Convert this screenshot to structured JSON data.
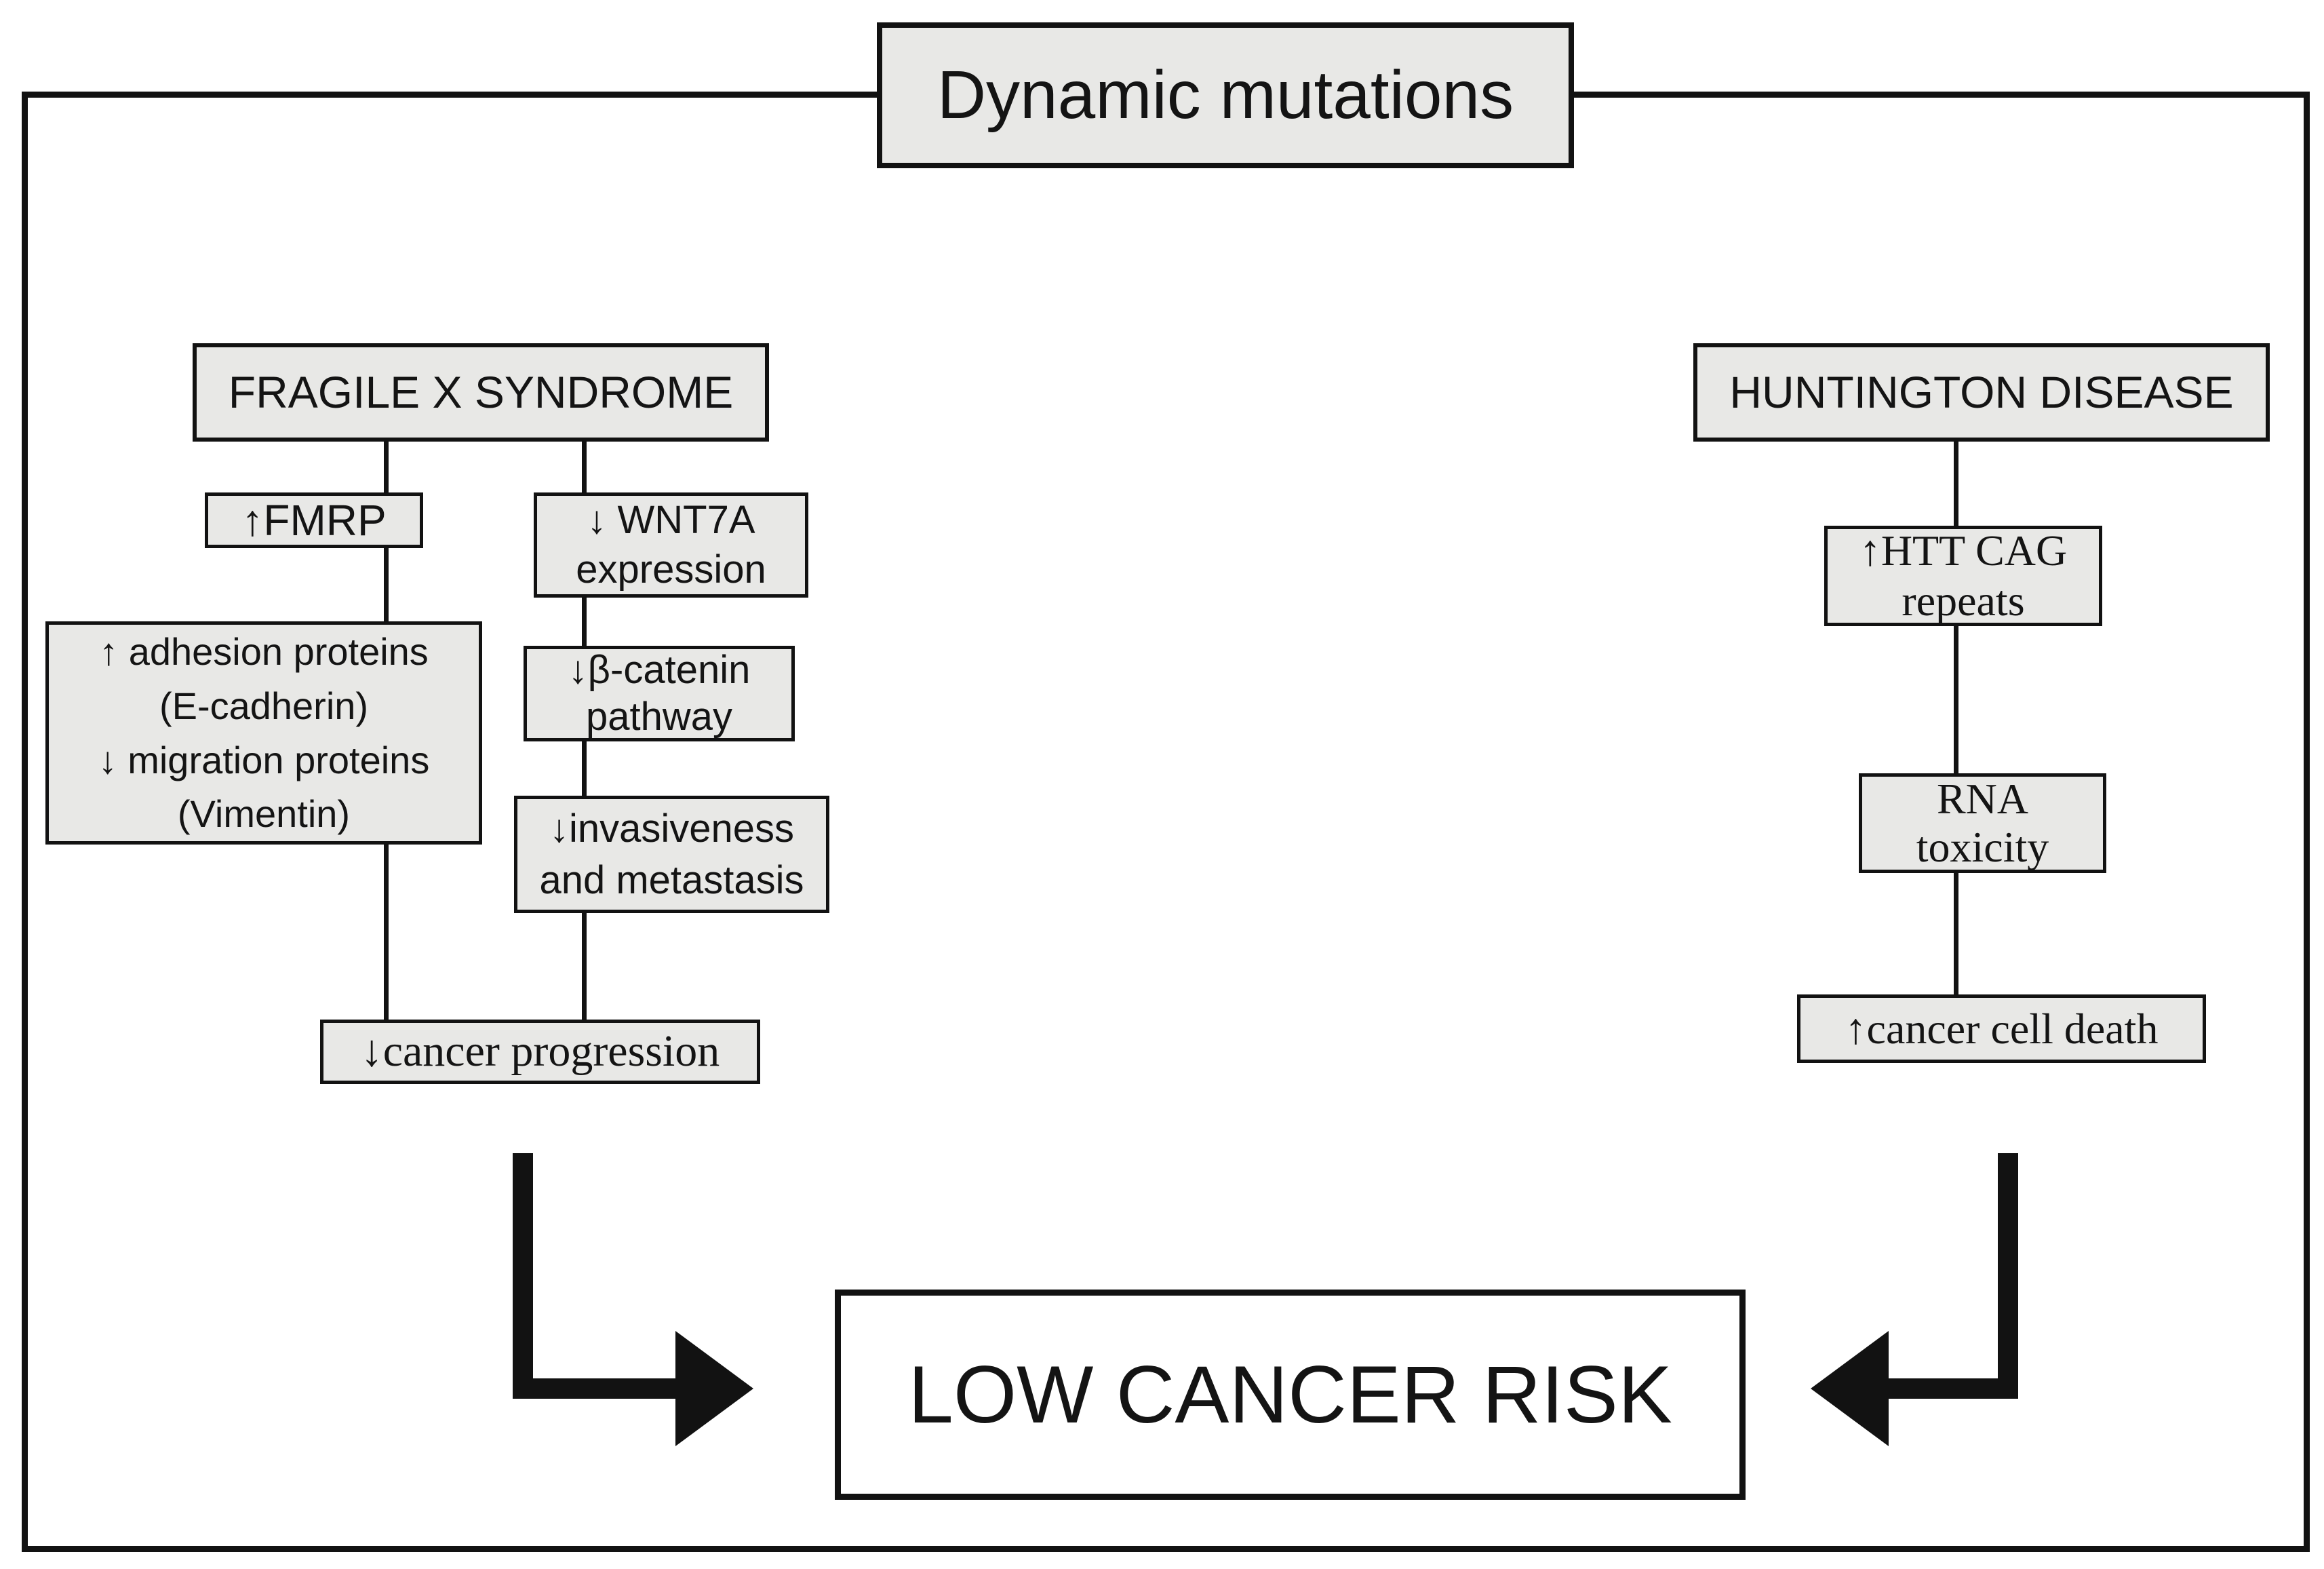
{
  "title": "Dynamic mutations",
  "colors": {
    "node_fill": "#e8e8e6",
    "line": "#121212",
    "background": "#ffffff",
    "text": "#141414"
  },
  "nodes": {
    "fragile_x": "FRAGILE X SYNDROME",
    "fmrp": "↑FMRP",
    "wnt7a": "↓ WNT7A\nexpression",
    "adhesion": "↑ adhesion proteins\n(E-cadherin)\n↓ migration proteins\n(Vimentin)",
    "beta_catenin": "↓β-catenin\npathway",
    "invasiveness": "↓invasiveness\nand metastasis",
    "cancer_progression": "↓cancer progression",
    "huntington": "HUNTINGTON DISEASE",
    "htt_cag": "↑HTT CAG\nrepeats",
    "rna_toxicity": "RNA\ntoxicity",
    "cancer_cell_death": "↑cancer cell death",
    "low_cancer_risk": "LOW CANCER RISK"
  }
}
